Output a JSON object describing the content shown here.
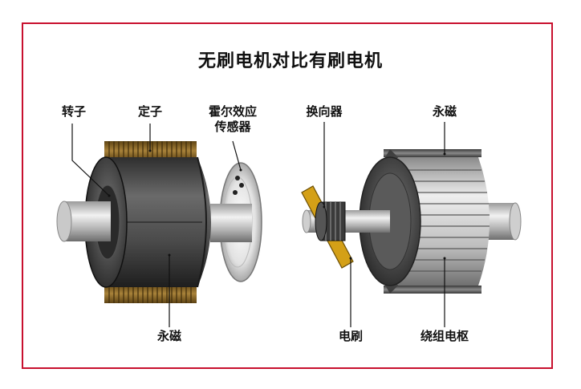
{
  "title": "无刷电机对比有刷电机",
  "brushless": {
    "rotor": "转子",
    "stator": "定子",
    "hall_sensor_line1": "霍尔效应",
    "hall_sensor_line2": "传感器",
    "magnet": "永磁"
  },
  "brushed": {
    "commutator": "换向器",
    "magnet": "永磁",
    "brush": "电刷",
    "armature": "绕组电枢"
  },
  "colors": {
    "frame": "#c8102e",
    "winding": "#8a6a2c",
    "brush": "#d4a017"
  }
}
